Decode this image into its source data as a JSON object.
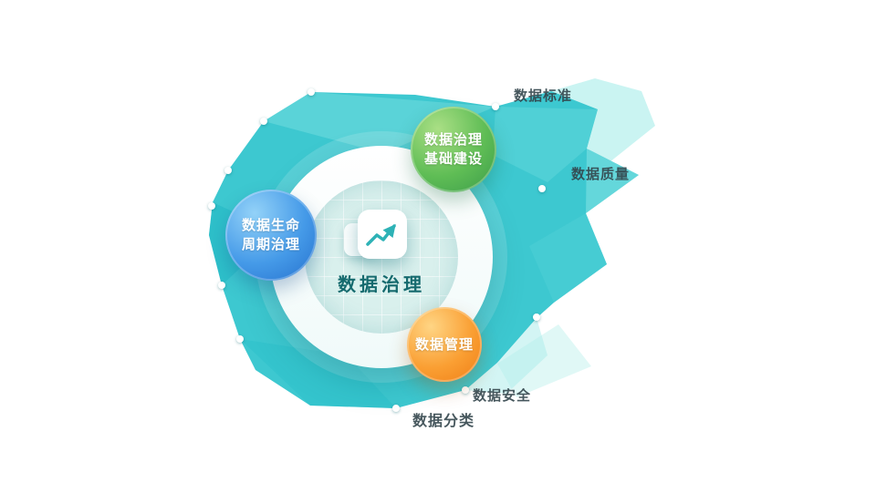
{
  "center": {
    "label": "数据治理",
    "icon": "line-chart-icon"
  },
  "badges": [
    {
      "name": "data-governance-infrastructure",
      "lines": [
        "数据治理",
        "基础建设"
      ],
      "color_from": "#aadf85",
      "color_to": "#3a9b4a"
    },
    {
      "name": "data-lifecycle-governance",
      "lines": [
        "数据生命",
        "周期治理"
      ],
      "color_from": "#93d2f8",
      "color_to": "#2570cd"
    },
    {
      "name": "data-management",
      "lines": [
        "数据管理"
      ],
      "color_from": "#ffd584",
      "color_to": "#ef7d15"
    }
  ],
  "peripheral_labels": [
    {
      "text": "数据标准"
    },
    {
      "text": "数据质量"
    },
    {
      "text": "数据安全"
    },
    {
      "text": "数据分类"
    }
  ],
  "palette": {
    "teal_base": "#37c6ce",
    "teal_light": "#86e3e3",
    "teal_dark": "#1fb7c3",
    "ring_white": "#ffffff",
    "inner_circle": "#d9f0ed",
    "center_text": "#156a6e",
    "chart_stroke": "#2eb2b6"
  }
}
